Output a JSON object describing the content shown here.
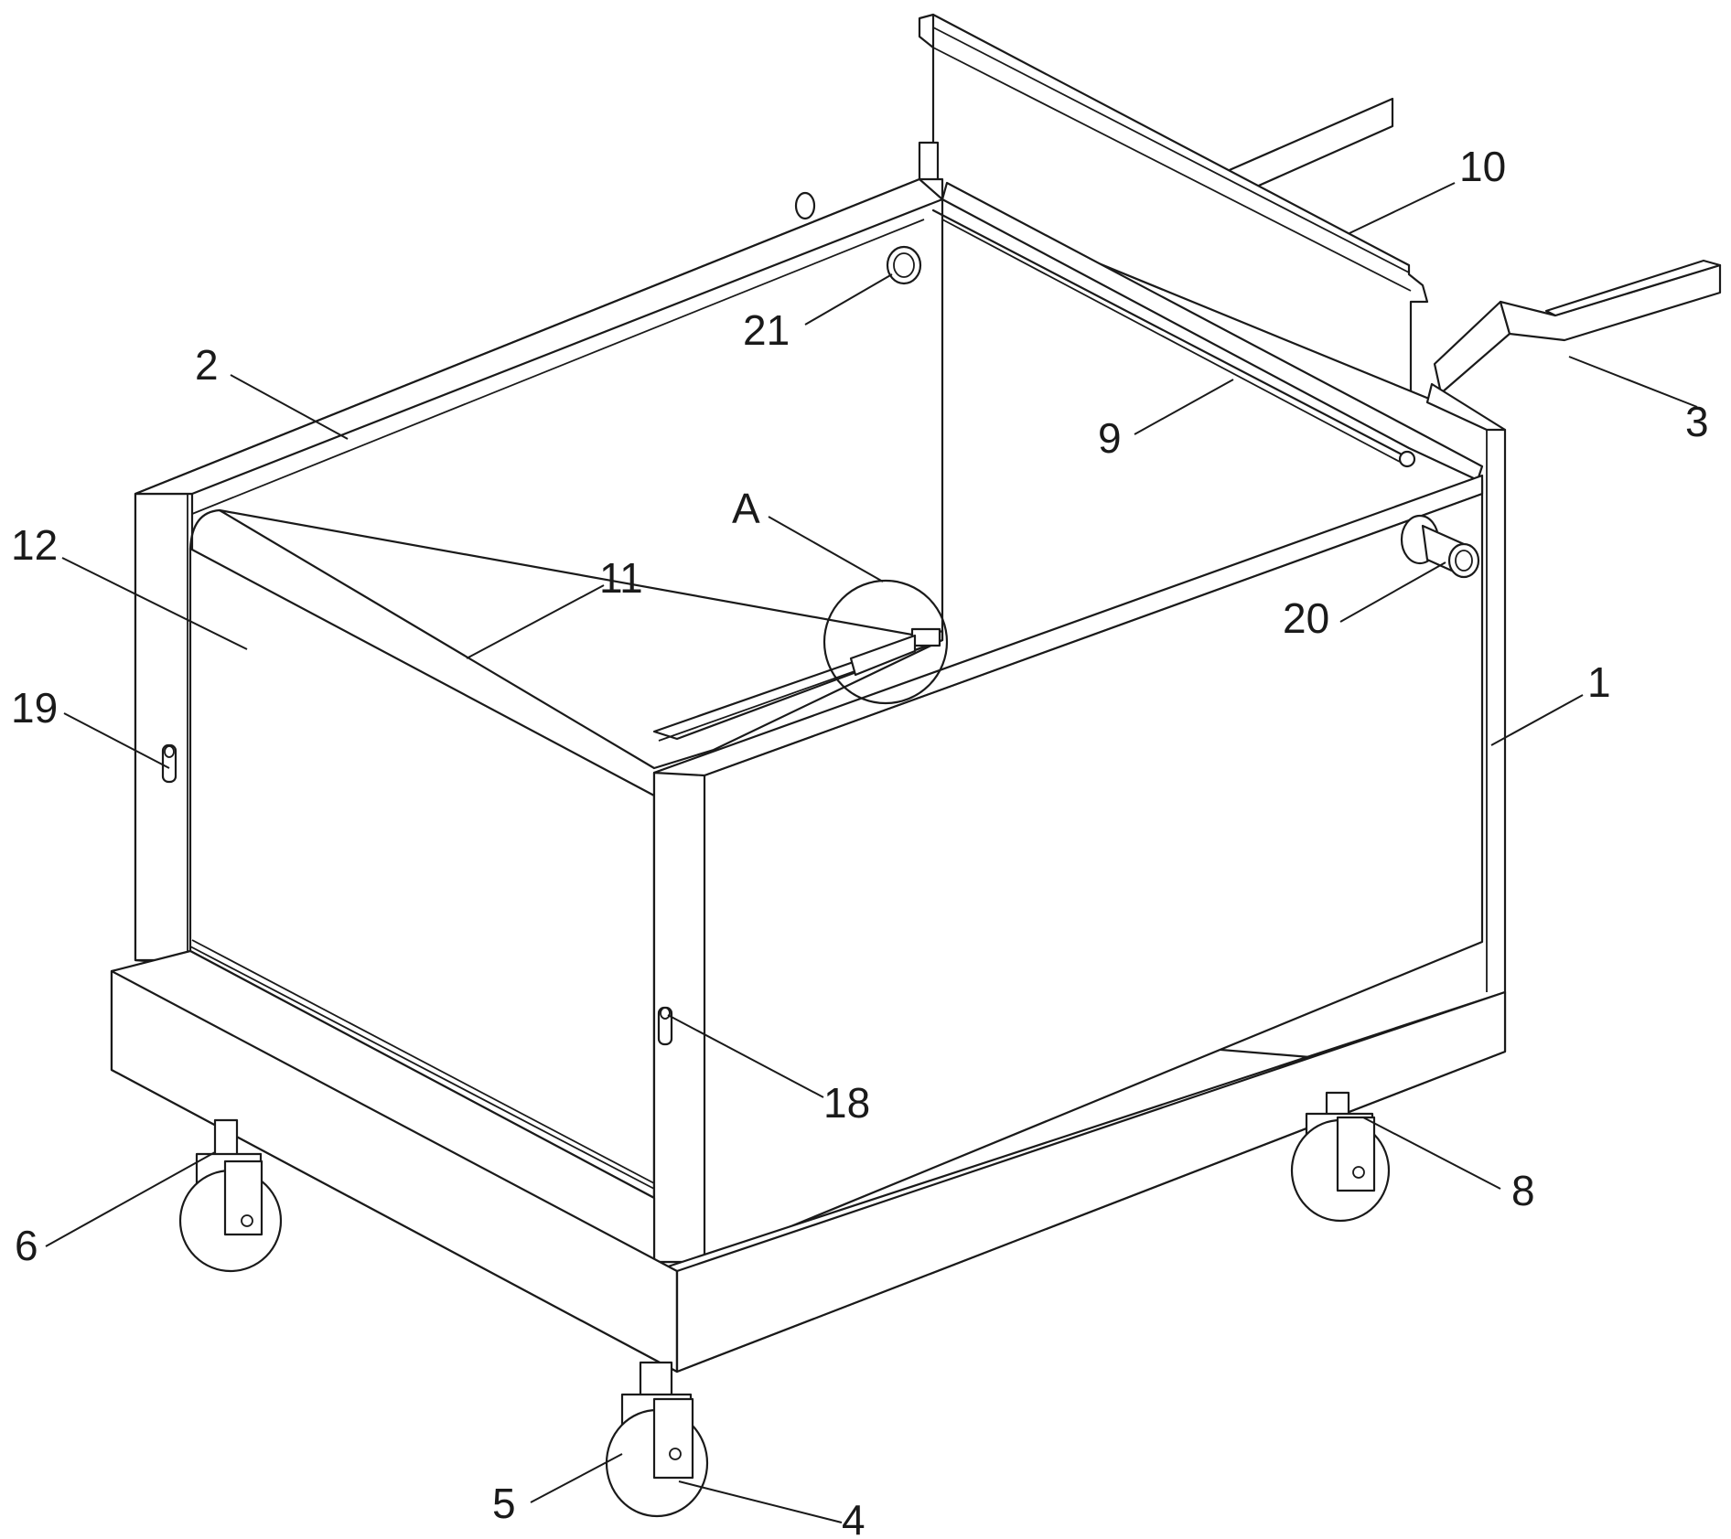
{
  "labels": {
    "l1": "1",
    "l2": "2",
    "l3": "3",
    "l4": "4",
    "l5": "5",
    "l6": "6",
    "l8": "8",
    "l9": "9",
    "l10": "10",
    "l11": "11",
    "l12": "12",
    "l18": "18",
    "l19": "19",
    "l20": "20",
    "l21": "21",
    "lA": "A"
  }
}
